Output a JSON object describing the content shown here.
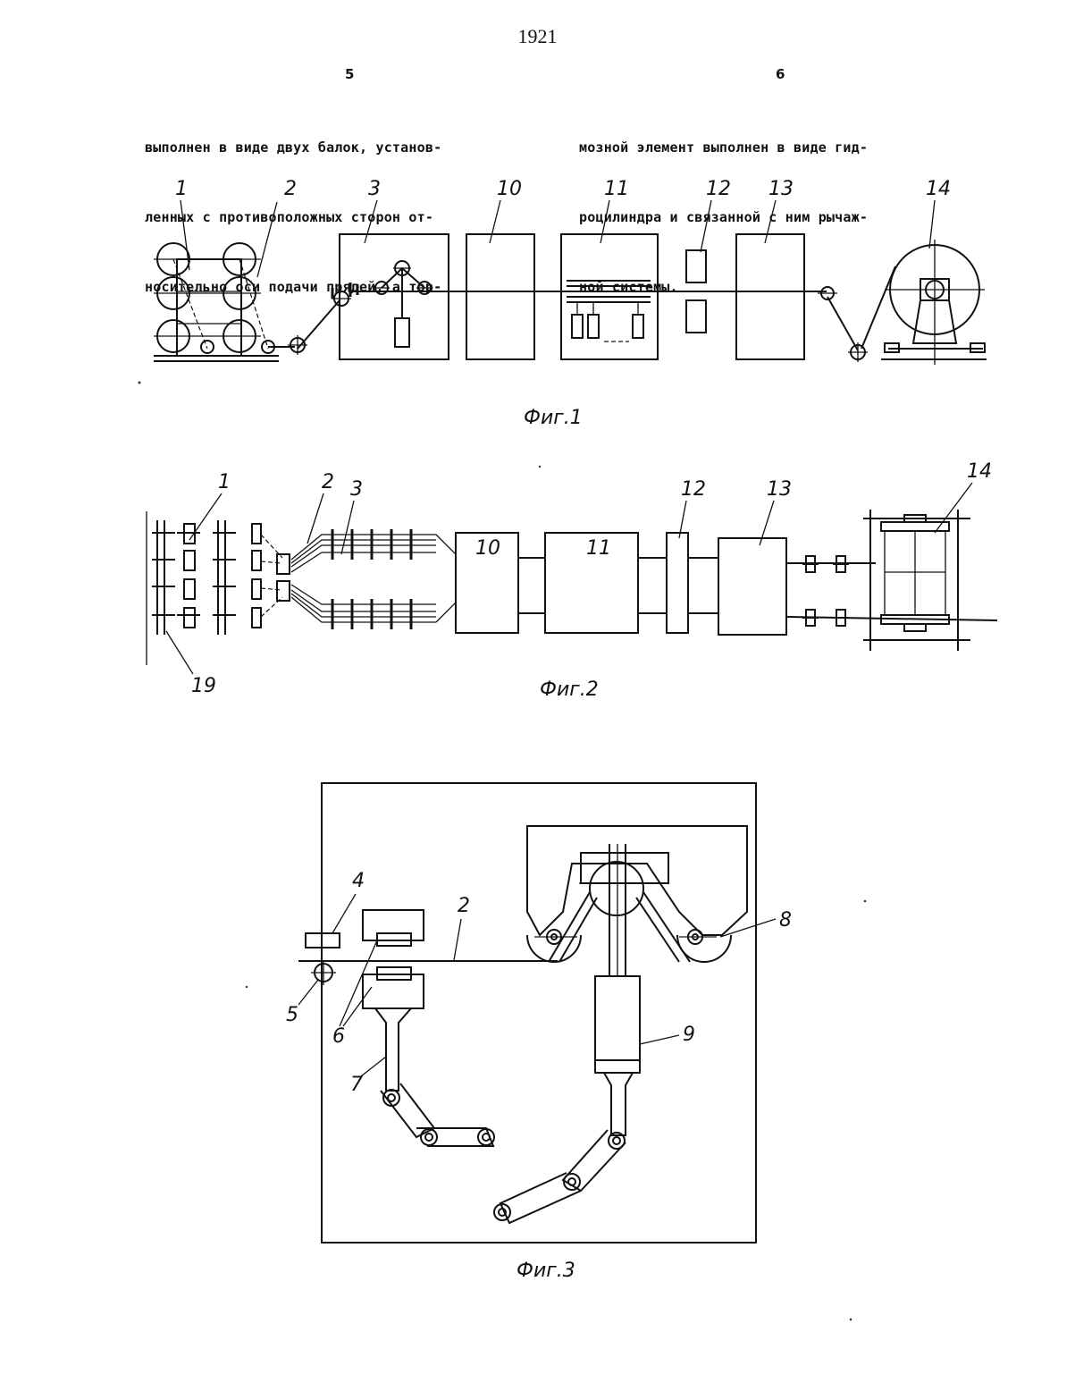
{
  "page_number": "1921",
  "columns": [
    {
      "number": "5",
      "lines": [
        "выполнен в виде двух балок, установ-",
        "ленных с противоположных сторон от-",
        "носительно оси подачи прядей, а тор-"
      ]
    },
    {
      "number": "6",
      "lines": [
        "мозной элемент выполнен в виде гид-",
        "роцилиндра и связанной с ним рычаж-",
        "ной системы."
      ]
    }
  ],
  "figures": [
    {
      "caption": "Фиг.1",
      "labels": [
        "1",
        "2",
        "3",
        "10",
        "11",
        "12",
        "13",
        "14"
      ]
    },
    {
      "caption": "Фиг.2",
      "labels": [
        "1",
        "2",
        "3",
        "10",
        "11",
        "12",
        "13",
        "14",
        "19"
      ]
    },
    {
      "caption": "Фиг.3",
      "labels": [
        "4",
        "2",
        "8",
        "5",
        "6",
        "7",
        "9"
      ]
    }
  ]
}
